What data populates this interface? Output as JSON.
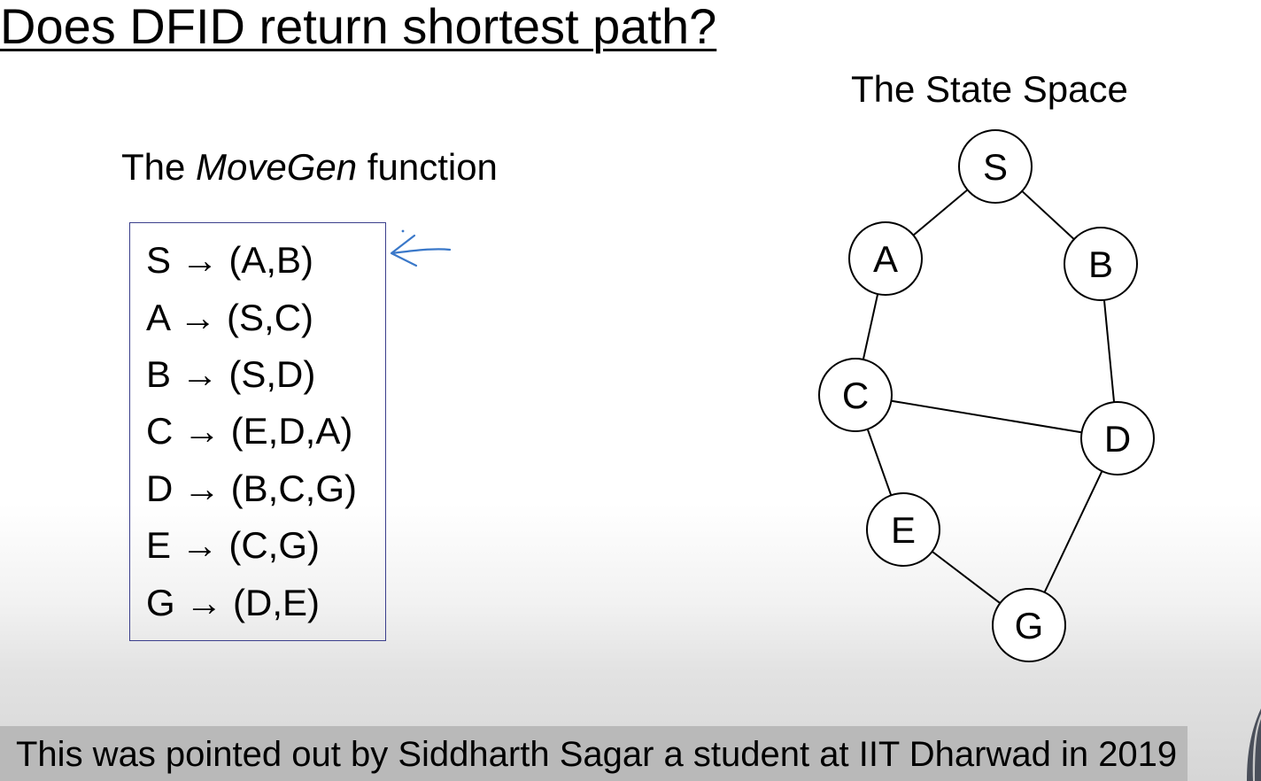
{
  "title": "Does DFID return shortest path?",
  "movegen": {
    "heading_prefix": "The ",
    "heading_italic": "MoveGen",
    "heading_suffix": " function",
    "rules": [
      "S → (A,B)",
      "A → (S,C)",
      "B → (S,D)",
      "C → (E,D,A)",
      "D → (B,C,G)",
      "E → (C,G)",
      "G → (D,E)"
    ]
  },
  "state_space": {
    "heading": "The State Space",
    "nodes": [
      "S",
      "A",
      "B",
      "C",
      "D",
      "E",
      "G"
    ],
    "edges": [
      [
        "S",
        "A"
      ],
      [
        "S",
        "B"
      ],
      [
        "A",
        "C"
      ],
      [
        "B",
        "D"
      ],
      [
        "C",
        "D"
      ],
      [
        "C",
        "E"
      ],
      [
        "D",
        "G"
      ],
      [
        "E",
        "G"
      ]
    ]
  },
  "annotation": {
    "color": "#3a78c9"
  },
  "caption": "This was pointed out by Siddharth Sagar a student at IIT Dharwad in 2019"
}
